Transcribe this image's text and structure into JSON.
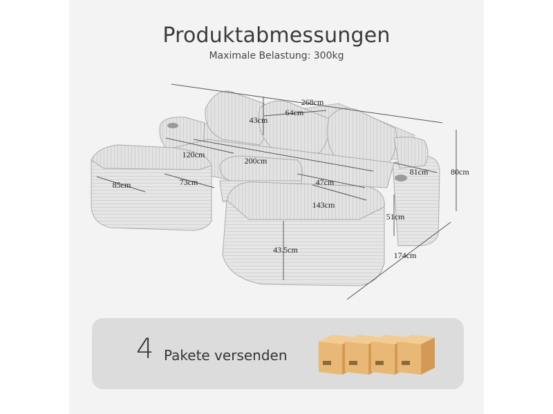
{
  "header": {
    "title": "Produktabmessungen",
    "subtitle": "Maximale Belastung:  300kg"
  },
  "dimensions": {
    "total_width": "268cm",
    "back_cushion_height": "43cm",
    "back_cushion_width": "64cm",
    "total_height": "80cm",
    "ottoman_depth": "120cm",
    "sofa_width": "200cm",
    "arm_width": "81cm",
    "ottoman_width": "85cm",
    "ottoman_length": "73cm",
    "seat_depth": "47cm",
    "chaise_length": "143cm",
    "seat_height": "51cm",
    "ottoman_height": "43.5cm",
    "total_depth": "174cm"
  },
  "packages": {
    "count": "4",
    "label": "Pakete versenden"
  },
  "colors": {
    "background": "#f3f3f3",
    "panel": "#dcdcdc",
    "box": "#e9b876",
    "fabric": "#e2e2e2"
  }
}
